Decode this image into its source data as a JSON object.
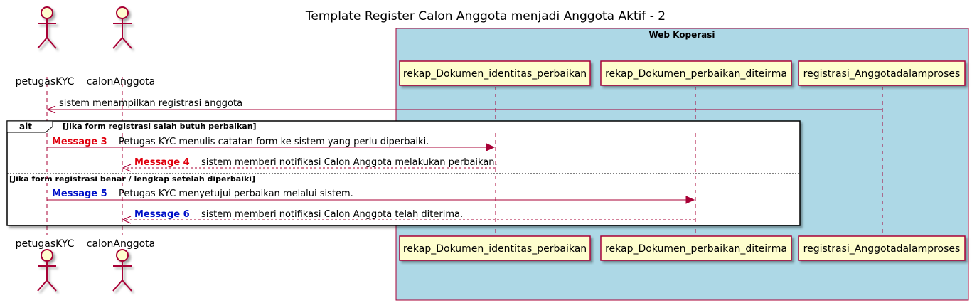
{
  "title": "Template Register Calon Anggota menjadi Anggota Aktif - 2",
  "box": {
    "label": "Web Koperasi",
    "color": "#ADD8E6"
  },
  "actors": [
    {
      "id": "petugasKYC",
      "label": "petugasKYC"
    },
    {
      "id": "calonAnggota",
      "label": "calonAnggota"
    }
  ],
  "participants": [
    {
      "id": "rekap_Dokumen_identitas_perbaikan",
      "label": "rekap_Dokumen_identitas_perbaikan"
    },
    {
      "id": "rekap_Dokumen_perbaikan_diteirma",
      "label": "rekap_Dokumen_perbaikan_diteirma"
    },
    {
      "id": "registrasi_Anggotadalamproses",
      "label": "registrasi_Anggotadalamproses"
    }
  ],
  "messages": [
    {
      "text": "sistem menampilkan registrasi anggota"
    },
    {
      "number": "Message 3",
      "text": "Petugas KYC menulis catatan form ke sistem yang perlu diperbaiki."
    },
    {
      "number": "Message 4",
      "text": "sistem memberi notifikasi Calon Anggota melakukan perbaikan."
    },
    {
      "number": "Message 5",
      "text": "Petugas KYC menyetujui perbaikan melalui sistem."
    },
    {
      "number": "Message 6",
      "text": "sistem memberi notifikasi Calon Anggota telah diterima."
    }
  ],
  "alt": {
    "keyword": "alt",
    "guard1": "[Jika form registrasi salah butuh perbaikan]",
    "guard2": "[Jika form registrasi benar / lengkap setelah diperbaiki]"
  },
  "colors": {
    "arrow": "#A80036",
    "message_red": "#E0000E",
    "message_blue": "#0010C8",
    "participant_fill": "#FEFECE",
    "actor_fill": "#FEFECE"
  }
}
